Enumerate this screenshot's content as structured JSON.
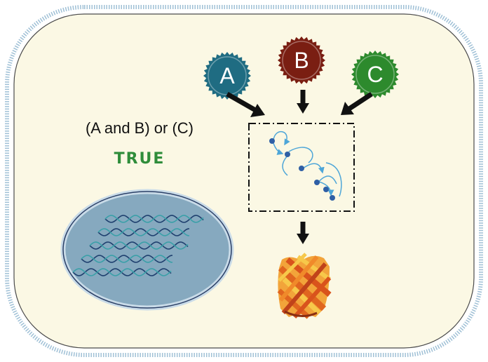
{
  "inputs": [
    {
      "label": "A",
      "color": "#1f6c82"
    },
    {
      "label": "B",
      "color": "#7a1e12"
    },
    {
      "label": "C",
      "color": "#2d8a2d"
    }
  ],
  "expression": "(A and B) or (C)",
  "result": "TRUE",
  "colors": {
    "cell_fill": "#fbf8e4",
    "membrane": "#8fb3cc",
    "nucleus_fill": "#86a9bf",
    "nucleus_border": "#2a3f66",
    "network_node": "#2f5fa5",
    "network_edge": "#4ea6d8",
    "arrow": "#111111",
    "result_text": "#2f8d3a"
  },
  "icons": [
    "dna-helix-icon",
    "protein-ribbon-icon",
    "regulatory-network-icon"
  ]
}
